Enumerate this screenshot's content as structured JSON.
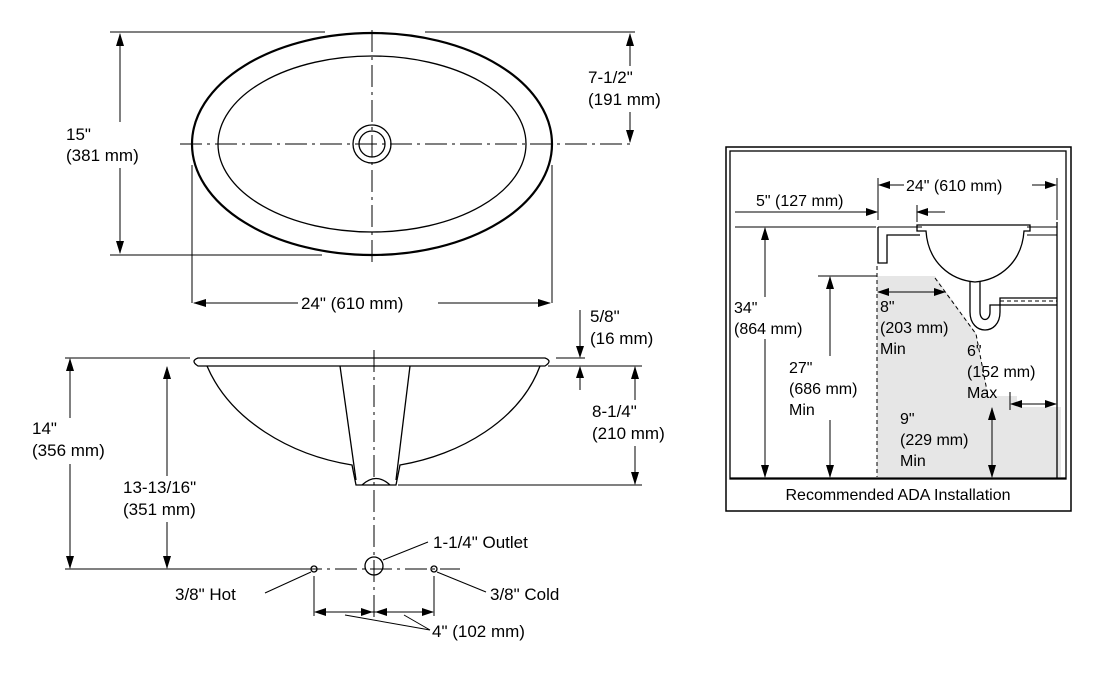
{
  "top_view": {
    "width_label_in": "24\" (610 mm)",
    "depth_label_in": "15\"",
    "depth_label_mm": "(381 mm)",
    "half_label_in": "7-1/2\"",
    "half_label_mm": "(191 mm)"
  },
  "side_view": {
    "rim_label_in": "5/8\"",
    "rim_label_mm": "(16 mm)",
    "bowl_label_in": "8-1/4\"",
    "bowl_label_mm": "(210 mm)",
    "overall_label_in": "14\"",
    "overall_label_mm": "(356 mm)",
    "rough_label_in": "13-13/16\"",
    "rough_label_mm": "(351 mm)",
    "outlet_label": "1-1/4\" Outlet",
    "hot_label": "3/8\" Hot",
    "cold_label": "3/8\" Cold",
    "spacing_label": "4\" (102 mm)"
  },
  "ada_panel": {
    "title": "Recommended ADA Installation",
    "width_label": "24\" (610 mm)",
    "setback_label": "5\" (127 mm)",
    "height_in": "34\"",
    "height_mm": "(864 mm)",
    "knee_in": "27\"",
    "knee_mm": "(686 mm)",
    "knee_min": "Min",
    "depth8_in": "8\"",
    "depth8_mm": "(203 mm)",
    "depth8_min": "Min",
    "pipe_in": "6\"",
    "pipe_mm": "(152 mm)",
    "pipe_max": "Max",
    "toe_in": "9\"",
    "toe_mm": "(229 mm)",
    "toe_min": "Min",
    "shade_color": "#e6e6e6"
  }
}
